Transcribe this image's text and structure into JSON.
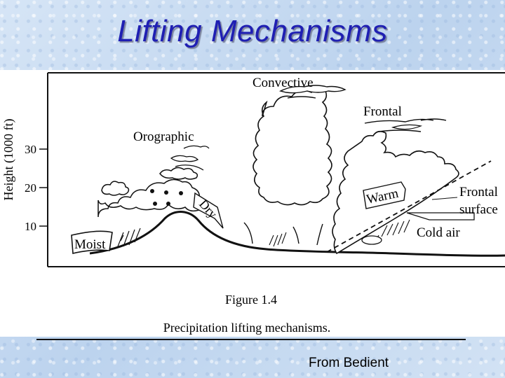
{
  "slide": {
    "title": "Lifting Mechanisms",
    "credit": "From Bedient"
  },
  "diagram": {
    "y_axis_label": "Height (1000 ft)",
    "y_ticks": [
      "30",
      "20",
      "10"
    ],
    "labels": {
      "convective": "Convective",
      "frontal": "Frontal",
      "orographic": "Orographic",
      "dry": "Dry",
      "moist": "Moist",
      "warm": "Warm",
      "frontal_surface_line1": "Frontal",
      "frontal_surface_line2": "surface",
      "cold_air": "Cold air"
    },
    "caption_figure": "Figure 1.4",
    "caption_text": "Precipitation lifting mechanisms."
  },
  "colors": {
    "title": "#1f1fb3",
    "background": "#c8dcf2",
    "ink": "#111111"
  }
}
